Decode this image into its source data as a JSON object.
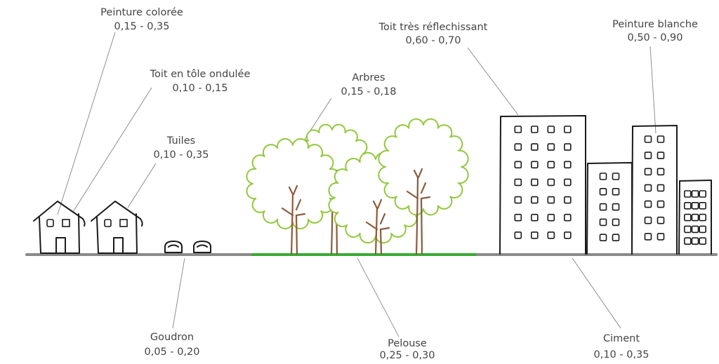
{
  "colors": {
    "ground": "#8a8a8a",
    "lawn": "#3aaa35",
    "tree_outline": "#93c83e",
    "trunk": "#8b5a3c",
    "text": "#444444"
  },
  "labels": [
    {
      "id": "peinture-coloree",
      "name": "Peinture colorée",
      "range": "0,15 - 0,35"
    },
    {
      "id": "toit-tole",
      "name": "Toit en tôle ondulée",
      "range": "0,10 - 0,15"
    },
    {
      "id": "tuiles",
      "name": "Tuiles",
      "range": "0,10 - 0,35"
    },
    {
      "id": "goudron",
      "name": "Goudron",
      "range": "0,05 - 0,20"
    },
    {
      "id": "arbres",
      "name": "Arbres",
      "range": "0,15 - 0,18"
    },
    {
      "id": "pelouse",
      "name": "Pelouse",
      "range": "0,25 - 0,30"
    },
    {
      "id": "toit-reflechissant",
      "name": "Toit très réflechissant",
      "range": "0,60 - 0,70"
    },
    {
      "id": "peinture-blanche",
      "name": "Peinture blanche",
      "range": "0,50 - 0,90"
    },
    {
      "id": "ciment",
      "name": "Ciment",
      "range": "0,10 - 0,35"
    }
  ]
}
